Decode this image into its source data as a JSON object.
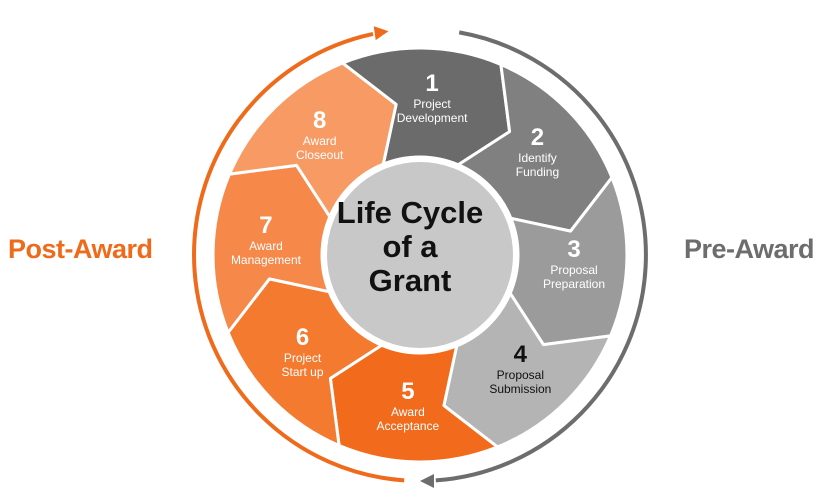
{
  "center": {
    "title": "Life Cycle\nof a\nGrant"
  },
  "phases": {
    "post_award": {
      "label": "Post-Award",
      "color": "#ef6b1b"
    },
    "pre_award": {
      "label": "Pre-Award",
      "color": "#6d6d6d"
    }
  },
  "steps": [
    {
      "number": "1",
      "label": "Project\nDevelopment",
      "color": "#6b6b6b",
      "text_color": "#ffffff"
    },
    {
      "number": "2",
      "label": "Identify\nFunding",
      "color": "#808080",
      "text_color": "#ffffff"
    },
    {
      "number": "3",
      "label": "Proposal\nPreparation",
      "color": "#9b9b9b",
      "text_color": "#ffffff"
    },
    {
      "number": "4",
      "label": "Proposal\nSubmission",
      "color": "#b4b4b4",
      "text_color": "#111111"
    },
    {
      "number": "5",
      "label": "Award\nAcceptance",
      "color": "#f26a1b",
      "text_color": "#ffffff"
    },
    {
      "number": "6",
      "label": "Project\nStart up",
      "color": "#f47a30",
      "text_color": "#ffffff"
    },
    {
      "number": "7",
      "label": "Award\nManagement",
      "color": "#f6884a",
      "text_color": "#ffffff"
    },
    {
      "number": "8",
      "label": "Award\nCloseout",
      "color": "#f89a64",
      "text_color": "#ffffff"
    }
  ],
  "center_color": "#c8c8c8",
  "center_border": "#ffffff"
}
